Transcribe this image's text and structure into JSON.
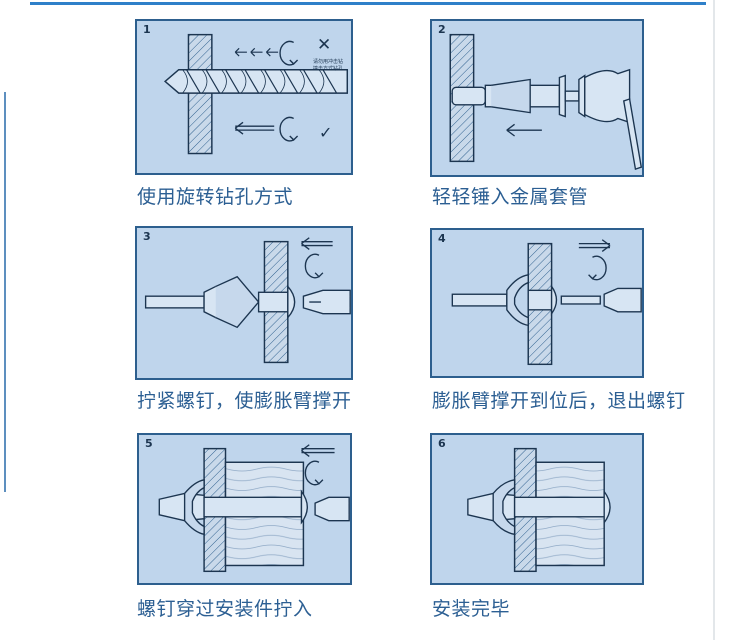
{
  "colors": {
    "panel_bg": "#bfd5ec",
    "panel_border": "#2d5f8e",
    "caption_text": "#2c5f93",
    "line": "#1c3550",
    "accent_rule": "#2f80c9"
  },
  "icons": {
    "wrong": "cross-icon",
    "right": "check-icon",
    "rotate": "rotate-arrow-icon",
    "direction": "direction-arrow-icon"
  },
  "steps": [
    {
      "number": "1",
      "caption": "使用旋转钻孔方式",
      "note_lines": [
        "请勿用冲击钻",
        "撞击方式钻孔"
      ],
      "wrong_mark": "✕",
      "right_mark": "✓"
    },
    {
      "number": "2",
      "caption": "轻轻锤入金属套管"
    },
    {
      "number": "3",
      "caption": "拧紧螺钉，使膨胀臂撑开"
    },
    {
      "number": "4",
      "caption": "膨胀臂撑开到位后，退出螺钉"
    },
    {
      "number": "5",
      "caption": "螺钉穿过安装件拧入"
    },
    {
      "number": "6",
      "caption": "安装完毕"
    }
  ]
}
